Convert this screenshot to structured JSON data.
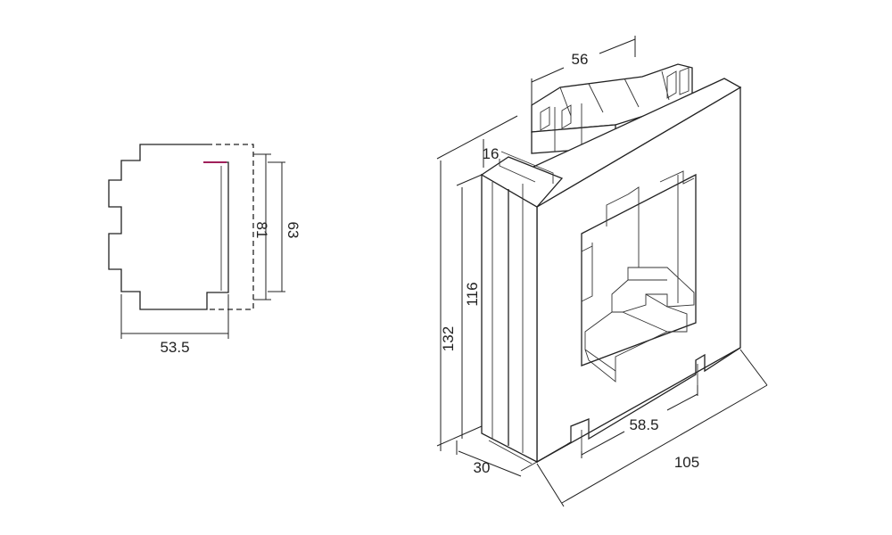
{
  "colors": {
    "line": "#222222",
    "accent": "#a0205a",
    "background": "#ffffff"
  },
  "dimensions": {
    "side_width": "53.5",
    "side_height_outer": "81",
    "side_height_inner": "63",
    "top_width": "56",
    "top_offset": "16",
    "height_total": "132",
    "height_body": "116",
    "depth": "30",
    "window_width": "58.5",
    "width_total": "105"
  }
}
